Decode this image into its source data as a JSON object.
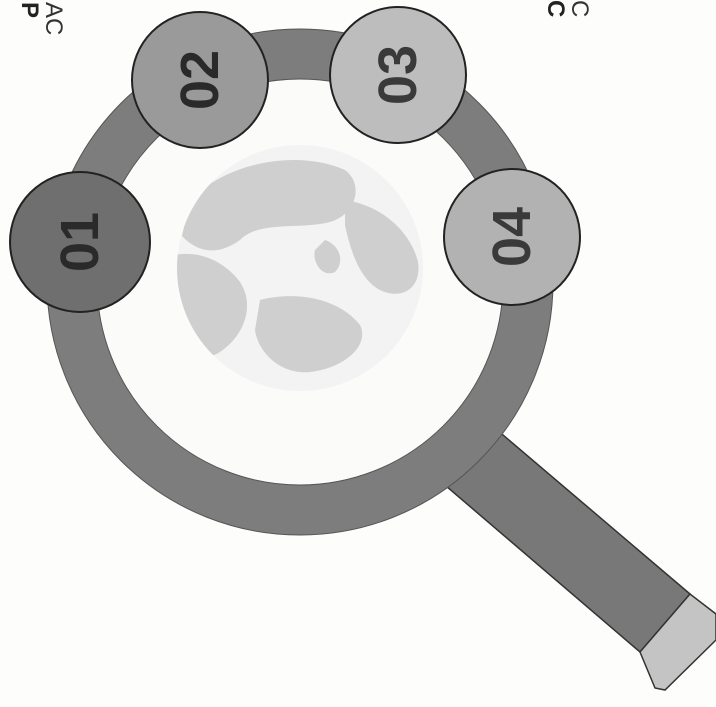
{
  "top_left_label": {
    "bold_fragment": "P",
    "plain_fragment": "AC"
  },
  "top_right_label": {
    "bold_fragment": "C",
    "plain_fragment": "C"
  },
  "steps": [
    {
      "number": "01",
      "fill": "#6f6f6f",
      "text_color": "#2a2a2a"
    },
    {
      "number": "02",
      "fill": "#9a9a9a",
      "text_color": "#2a2a2a"
    },
    {
      "number": "03",
      "fill": "#bdbdbd",
      "text_color": "#3a3a3a"
    },
    {
      "number": "04",
      "fill": "#b2b2b2",
      "text_color": "#3a3a3a"
    }
  ],
  "colors": {
    "ring": "#7d7d7d",
    "handle": "#787878",
    "handle_cap": "#c4c4c4",
    "globe_water": "#f3f3f3",
    "globe_land": "#cfcfcf",
    "outline": "#222222"
  }
}
